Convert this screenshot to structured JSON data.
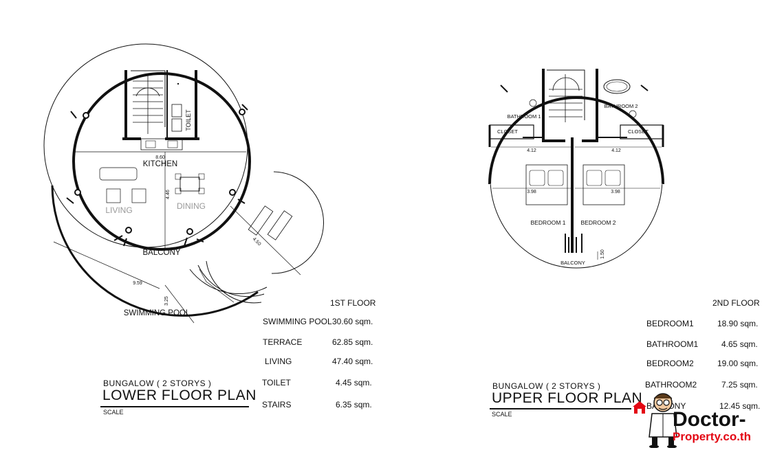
{
  "lower": {
    "rooms": {
      "kitchen": "KITCHEN",
      "living": "LIVING",
      "dining": "DINING",
      "balcony": "BALCONY",
      "toilet": "TOILET",
      "pool": "SWIMMING POOL"
    },
    "dims": {
      "width": "8.60",
      "depth": "4.46",
      "pool_len": "9.59",
      "pool_w": "3.25",
      "deck": "4.50"
    },
    "title": {
      "sub": "BUNGALOW ( 2 STORYS )",
      "main": "LOWER FLOOR PLAN",
      "scale": "SCALE"
    },
    "table": {
      "heading": "1ST FLOOR",
      "rows": [
        {
          "name": "SWIMMING POOL",
          "area": "30.60 sqm."
        },
        {
          "name": "TERRACE",
          "area": "62.85 sqm."
        },
        {
          "name": "LIVING",
          "area": "47.40 sqm."
        },
        {
          "name": "TOILET",
          "area": "4.45 sqm."
        },
        {
          "name": "STAIRS",
          "area": "6.35 sqm."
        }
      ]
    }
  },
  "upper": {
    "rooms": {
      "bathroom1": "BATHROOM 1",
      "bathroom2": "BATHROOM 2",
      "closet_left": "CLOSET",
      "closet_right": "CLOSET",
      "bedroom1": "BEDROOM 1",
      "bedroom2": "BEDROOM 2",
      "balcony": "BALCONY"
    },
    "dims": {
      "left_w": "4.12",
      "right_w": "4.12",
      "left_bed": "3.98",
      "right_bed": "3.98",
      "balcony_h": "1.50"
    },
    "title": {
      "sub": "BUNGALOW ( 2 STORYS )",
      "main": "UPPER FLOOR PLAN",
      "scale": "SCALE"
    },
    "table": {
      "heading": "2ND FLOOR",
      "rows": [
        {
          "name": "BEDROOM1",
          "area": "18.90 sqm."
        },
        {
          "name": "BATHROOM1",
          "area": "4.65 sqm."
        },
        {
          "name": "BEDROOM2",
          "area": "19.00 sqm."
        },
        {
          "name": "BATHROOM2",
          "area": "7.25 sqm."
        },
        {
          "name": "BALCONY",
          "area": "12.45 sqm."
        }
      ]
    }
  },
  "logo": {
    "word1": "Doctor-",
    "word2": "Property.co.th",
    "colors": {
      "accent": "#e30613",
      "dark": "#111111"
    }
  }
}
